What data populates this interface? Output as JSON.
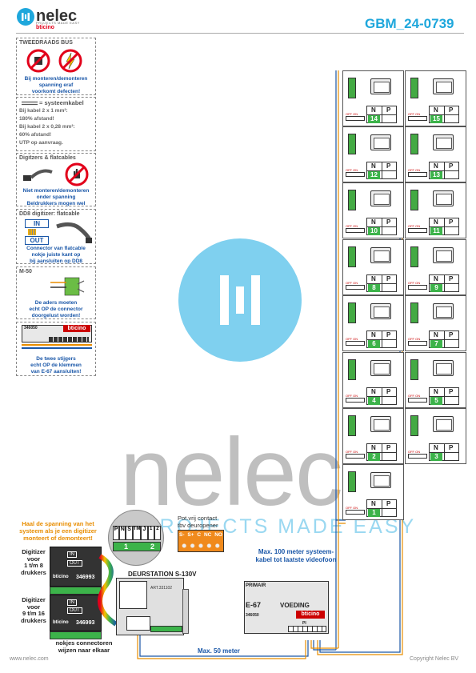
{
  "header": {
    "title": "GBM_24-0739",
    "brand_name": "nelec",
    "brand_sub": "PROJECTS MADE EASY",
    "brand_sub2": "bticino"
  },
  "panels": {
    "bus": {
      "title": "TWEEDRAADS BUS",
      "text": [
        "Bij monteren/demonteren",
        "spanning eraf",
        "voorkomt defecten!"
      ]
    },
    "kabel": {
      "title": "= systeemkabel",
      "lines": [
        "Bij kabel 2 x 1 mm²:",
        "180% afstand!",
        "Bij kabel 2 x 0,28 mm²:",
        "60% afstand!",
        "UTP op aanvraag."
      ]
    },
    "digitizers": {
      "title": "Digitzers & flatcables",
      "text": [
        "Niet monteren/demonteren",
        "onder spanning",
        "Beldrukkers mogen wel"
      ]
    },
    "dd8": {
      "title": "DD8 digitizer: flatcable",
      "in": "IN",
      "out": "OUT",
      "text": [
        "Connector van flatcable",
        "nokje juiste kant op",
        "bij aansluiten op DD8"
      ]
    },
    "m50": {
      "title": "M-50",
      "text": [
        "De aders moeten",
        "echt OP de connector",
        "doorgelust worden!"
      ]
    },
    "e67": {
      "code": "346050",
      "brand": "bticino",
      "text": [
        "De twee stijgers",
        "echt OP de klemmen",
        "van E-67 aansluiten!"
      ]
    }
  },
  "units": [
    {
      "label": "14",
      "n": "N",
      "p": "P",
      "offon": "OFF ON"
    },
    {
      "label": "15",
      "n": "N",
      "p": "P",
      "offon": "OFF ON"
    },
    {
      "label": "12",
      "n": "N",
      "p": "P",
      "offon": "OFF ON"
    },
    {
      "label": "13",
      "n": "N",
      "p": "P",
      "offon": "OFF ON"
    },
    {
      "label": "10",
      "n": "N",
      "p": "P",
      "offon": "OFF ON"
    },
    {
      "label": "11",
      "n": "N",
      "p": "P",
      "offon": "OFF ON"
    },
    {
      "label": "8",
      "n": "N",
      "p": "P",
      "offon": "OFF ON"
    },
    {
      "label": "9",
      "n": "N",
      "p": "P",
      "offon": "OFF ON"
    },
    {
      "label": "6",
      "n": "N",
      "p": "P",
      "offon": "OFF ON"
    },
    {
      "label": "7",
      "n": "N",
      "p": "P",
      "offon": "OFF ON"
    },
    {
      "label": "4",
      "n": "N",
      "p": "P",
      "offon": "OFF ON"
    },
    {
      "label": "5",
      "n": "N",
      "p": "P",
      "offon": "OFF ON"
    },
    {
      "label": "2",
      "n": "N",
      "p": "P",
      "offon": "OFF ON"
    },
    {
      "label": "3",
      "n": "N",
      "p": "P",
      "offon": "OFF ON"
    },
    {
      "label": "1",
      "n": "N",
      "p": "P",
      "offon": "OFF ON"
    }
  ],
  "watermark": {
    "word": "nelec",
    "tag": "PROJECTS MADE EASY"
  },
  "lower": {
    "haal": [
      "Haal de spanning van het",
      "systeem als je een digitizer",
      "monteert of demonteert!"
    ],
    "keypad": {
      "labels": [
        "P",
        "N",
        "S",
        "TM",
        "J",
        "1",
        "2"
      ],
      "left_num": "1",
      "right_num": "2"
    },
    "pot": [
      "Pot.vrij contact",
      "tbv deuropener"
    ],
    "pot_terms": [
      "S-",
      "S+",
      "C",
      "NC",
      "NO"
    ],
    "max100": [
      "Max. 100 meter systeem-",
      "kabel tot laatste videofoon"
    ],
    "dig1": {
      "label": [
        "Digitizer",
        "voor",
        "1 t/m 8",
        "drukkers"
      ],
      "code": "346993",
      "in": "IN",
      "out": "OUT",
      "brand": "bticino"
    },
    "dig2": {
      "label": [
        "Digitizer",
        "voor",
        "9 t/m 16",
        "drukkers"
      ],
      "code": "346993",
      "in": "IN",
      "out": "OUT",
      "brand": "bticino"
    },
    "deurstation": "DEURSTATION S-130V",
    "deur_code": "ART.331102",
    "primair": "PRIMAIR",
    "voeding_e67": "E-67",
    "voeding": "VOEDING",
    "voeding_brand": "bticino",
    "voeding_code": "346050",
    "voeding_pi": "PI",
    "nokjes": [
      "nokjes connectoren",
      "wijzen naar elkaar"
    ],
    "max50": "Max. 50 meter"
  },
  "footer": {
    "left": "www.nelec.com",
    "right": "Copyright Nelec BV"
  },
  "colors": {
    "accent": "#1ea7dc",
    "green": "#3cb34a",
    "red": "#e2001a",
    "blue_text": "#1a57a8",
    "orange": "#e88d00"
  }
}
